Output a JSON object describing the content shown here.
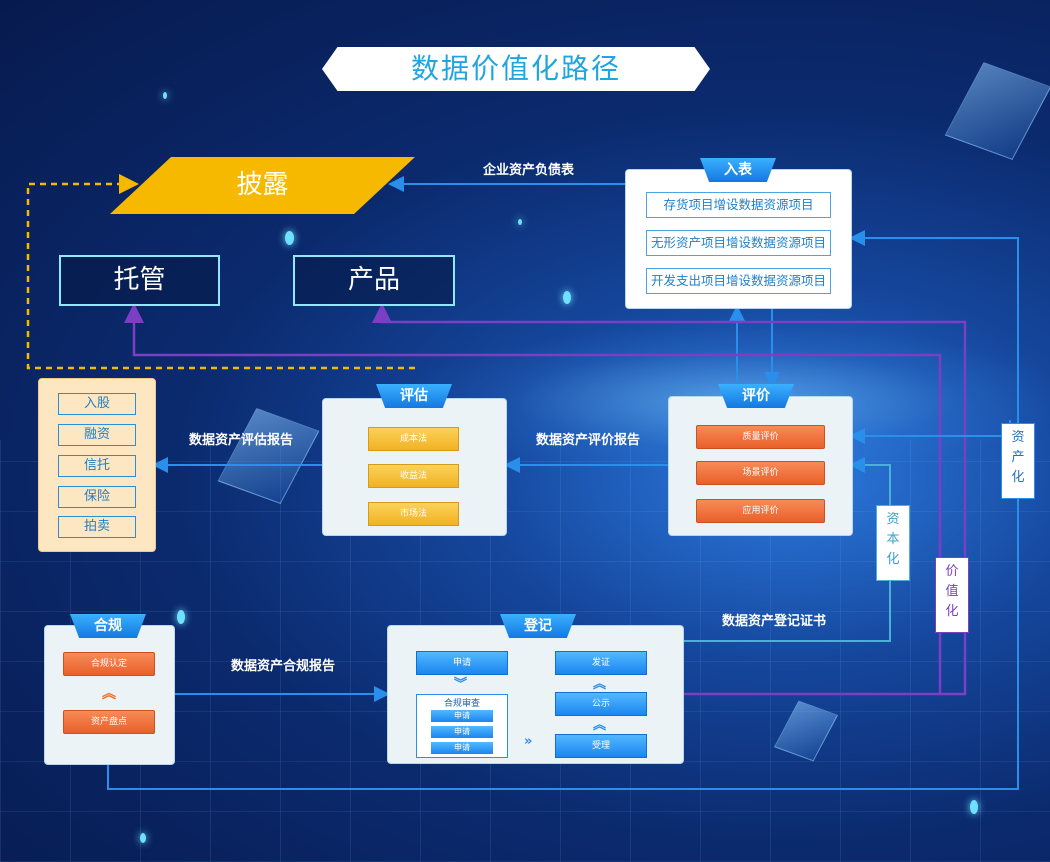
{
  "title": "数据价值化路径",
  "disclosure": "披露",
  "custody": "托管",
  "product": "产品",
  "balance_sheet_label": "企业资产负债表",
  "entry": {
    "tag": "入表",
    "items": [
      "存货项目增设数据资源项目",
      "无形资产项目增设数据资源项目",
      "开发支出项目增设数据资源项目"
    ]
  },
  "financing": {
    "items": [
      "入股",
      "融资",
      "信托",
      "保险",
      "拍卖"
    ]
  },
  "assessment": {
    "tag": "评估",
    "methods": [
      "成本法",
      "收益法",
      "市场法"
    ],
    "report_label": "数据资产评估报告"
  },
  "valuation": {
    "tag": "评价",
    "items": [
      "质量评价",
      "场景评价",
      "应用评价"
    ],
    "report_label": "数据资产评价报告"
  },
  "compliance": {
    "tag": "合规",
    "items": [
      "合规认定",
      "资产盘点"
    ],
    "report_label": "数据资产合规报告"
  },
  "registration": {
    "tag": "登记",
    "apply": "申请",
    "review_title": "合规审查",
    "review_items": [
      "申请",
      "申请",
      "申请"
    ],
    "issue": "发证",
    "publicity": "公示",
    "accept": "受理",
    "certificate_label": "数据资产登记证书"
  },
  "side_labels": {
    "assetization": [
      "资",
      "产",
      "化"
    ],
    "capitalization": [
      "资",
      "本",
      "化"
    ],
    "valorization": [
      "价",
      "值",
      "化"
    ]
  },
  "colors": {
    "accent_blue": "#2a8fea",
    "purple_path": "#7a3fc4",
    "disclosure_yellow": "#f6b900",
    "dashed_orange": "#f6b900"
  }
}
